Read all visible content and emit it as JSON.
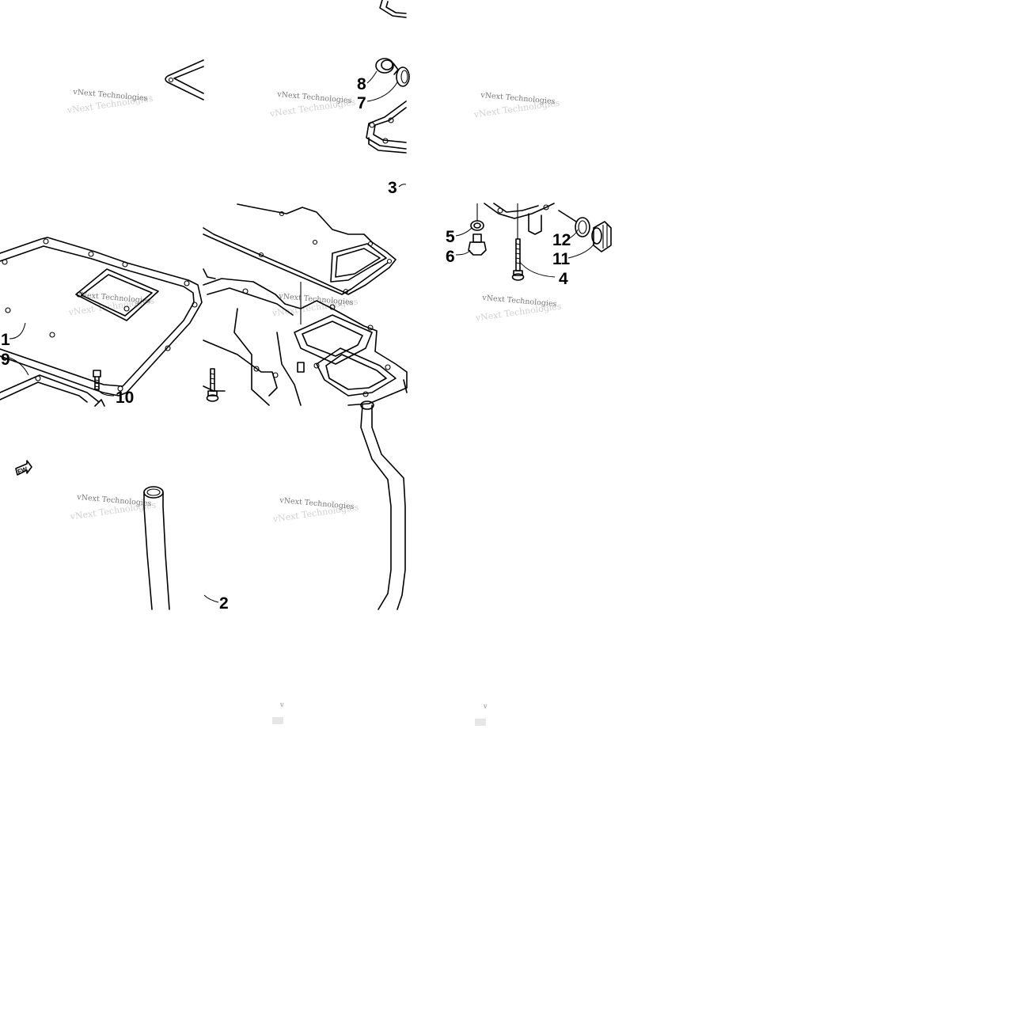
{
  "diagram": {
    "callouts": [
      "1",
      "2",
      "3",
      "4",
      "5",
      "6",
      "7",
      "8",
      "9",
      "10",
      "11",
      "12"
    ],
    "watermark": "vNext Technologies",
    "watermark_fragment": "v"
  }
}
